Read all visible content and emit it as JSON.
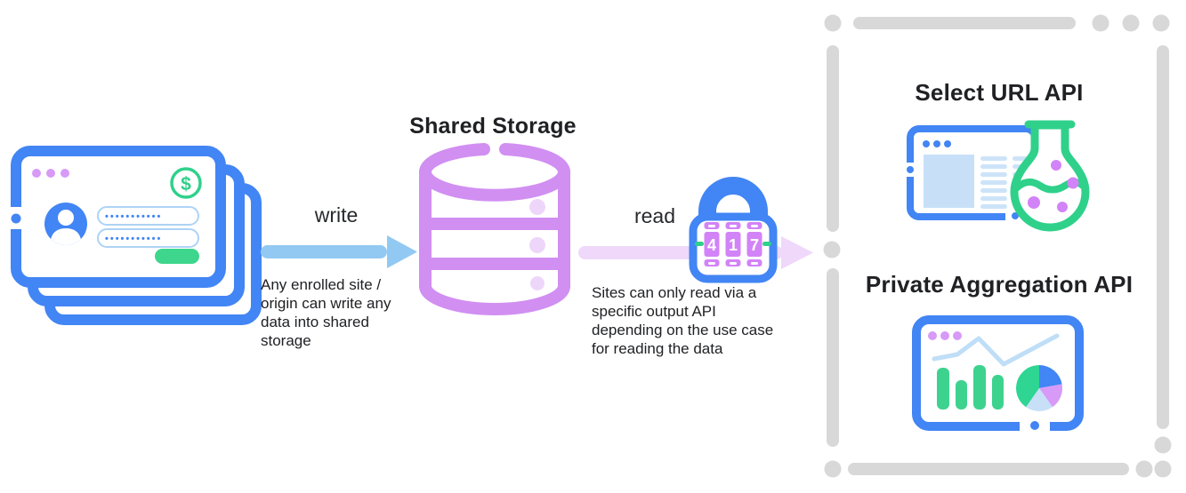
{
  "diagram": {
    "storage": {
      "title": "Shared Storage",
      "icon": "database-icon"
    },
    "write_flow": {
      "label": "write",
      "description": "Any enrolled site / origin can write any data into shared storage"
    },
    "read_flow": {
      "label": "read",
      "description": "Sites can only read via a specific output API depending on the use case for reading the data",
      "lock_code": [
        "4",
        "1",
        "7"
      ],
      "icon": "combination-lock-icon"
    },
    "enrolled_sites": {
      "icon": "stacked-browser-windows-icon",
      "dollar_symbol": "$",
      "password_dots": "•••••••••••"
    },
    "outputs": {
      "select_url": {
        "title": "Select URL API",
        "icon": "browser-flask-icon"
      },
      "private_aggregation": {
        "title": "Private Aggregation API",
        "icon": "dashboard-charts-icon"
      }
    },
    "colors": {
      "blue": "#4285f4",
      "green": "#2fd18a",
      "button_green": "#3dd68c",
      "purple_storage": "#d18ff2",
      "light_purple": "#eed6fb",
      "dial_purple": "#d283f7",
      "window_dot_purple": "#d79af7",
      "write_arrow_blue": "#92c9f3",
      "read_arrow_pink": "#efd8fa",
      "light_blue_fill": "#c7e0f8",
      "dash_gray": "#d8d8d8",
      "text": "#202124"
    }
  }
}
